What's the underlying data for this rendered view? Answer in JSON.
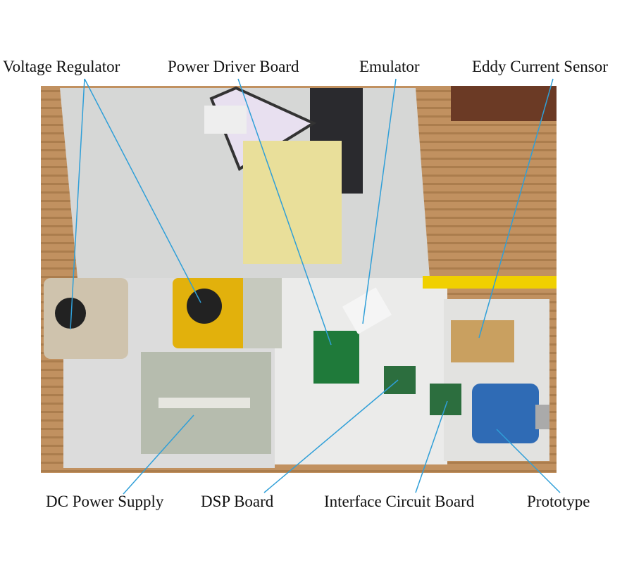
{
  "figure": {
    "labels_top": [
      "Voltage Regulator",
      "Power Driver Board",
      "Emulator",
      "Eddy Current Sensor"
    ],
    "labels_bottom": [
      "DC Power Supply",
      "DSP Board",
      "Interface Circuit Board",
      "Prototype"
    ],
    "colors": {
      "leader_line": "#2f9fd8",
      "floor": "#b98a55",
      "table": "#e6e6e3"
    }
  }
}
